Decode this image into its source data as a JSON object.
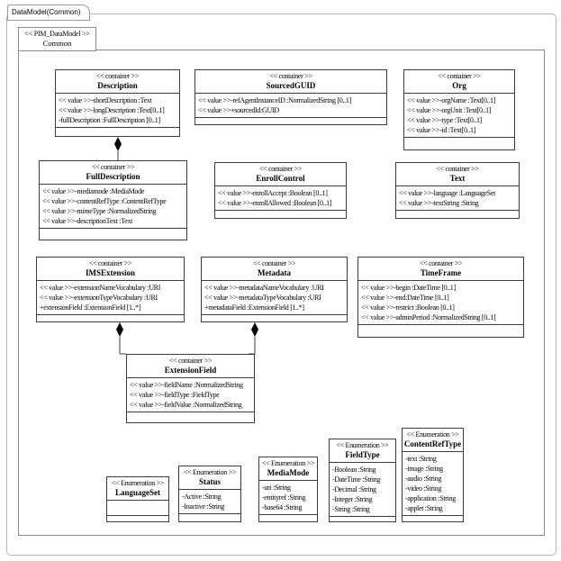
{
  "window": {
    "tab_label": "DataModel(Common)"
  },
  "frame": {
    "stereotype": "<< PIM_DataModel >>",
    "name": "Common"
  },
  "classes": [
    {
      "id": "description",
      "stereotype": "<< container >>",
      "name": "Description",
      "attributes": [
        "<< value >>-shortDescription :Text",
        "<< value >>-longDescription :Text[0..1]",
        "-fullDescription :FullDescription [0..1]"
      ]
    },
    {
      "id": "sourcedguid",
      "stereotype": "<< container >>",
      "name": "SourcedGUID",
      "attributes": [
        "<< value >>-refAgentInstanceID :NormalizedString [0..1]",
        "<< value >>+sourcedId:GUID"
      ]
    },
    {
      "id": "org",
      "stereotype": "<< container >>",
      "name": "Org",
      "attributes": [
        "<< value >>-orgName :Text[0..1]",
        "<< value >>-orgUnit :Text[0..1]",
        "<< value >>-type :Text[0..1]",
        "<< value >>-id :Text[0..1]"
      ]
    },
    {
      "id": "fulldescription",
      "stereotype": "<< container >>",
      "name": "FullDescription",
      "attributes": [
        "<< value >>-mediamode :MediaMode",
        "<< value >>-contentRefType :ContentRefType",
        "<< value >>-mimeType :NormalizedString",
        "<< value >>-descriptionText :Text"
      ]
    },
    {
      "id": "enrollcontrol",
      "stereotype": "<< container >>",
      "name": "EnrollControl",
      "attributes": [
        "<< value >>-enrollAccept :Boolean [0..1]",
        "<< value >>-enrollAllowed :Boolean [0..1]"
      ]
    },
    {
      "id": "text",
      "stereotype": "<< container >>",
      "name": "Text",
      "attributes": [
        "<< value >>-language :LanguageSet",
        "<< value >>-textString :String"
      ]
    },
    {
      "id": "imsextension",
      "stereotype": "<< container >>",
      "name": "IMSExtension",
      "attributes": [
        "<< value >>-extensionNameVocabulary :URI",
        "<< value >>-extensionTypeVocabulary :URI",
        "+extensionField :ExtensionField [1..*]"
      ]
    },
    {
      "id": "metadata",
      "stereotype": "<< container >>",
      "name": "Metadata",
      "attributes": [
        "<< value >>-metadataNameVocabulary :URI",
        "<< value >>-metadataTypeVocabulary :URI",
        "+metadataField :ExtensionField [1..*]"
      ]
    },
    {
      "id": "timeframe",
      "stereotype": "<< container >>",
      "name": "TimeFrame",
      "attributes": [
        "<< value >>-begin :DateTime [0..1]",
        "<< value >>-end:DateTime [0..1]",
        "<< value >>-restrict :Boolean [0..1]",
        "<< value >>-adminPeriod :NormalizedString [0..1]"
      ]
    },
    {
      "id": "extensionfield",
      "stereotype": "<< container >>",
      "name": "ExtensionField",
      "attributes": [
        "<< value >>-fieldName :NormalizedString",
        "<< value >>-fieldType :FieldType",
        "<< value >>-fieldValue :NormalizedString"
      ]
    },
    {
      "id": "languageset",
      "stereotype": "<< Enumeration >>",
      "name": "LanguageSet",
      "attributes": []
    },
    {
      "id": "status",
      "stereotype": "<< Enumeration >>",
      "name": "Status",
      "attributes": [
        "-Active :String",
        "-Inactive :String"
      ]
    },
    {
      "id": "mediamode",
      "stereotype": "<< Enumeration >>",
      "name": "MediaMode",
      "attributes": [
        "-uri :String",
        "-entityref :String",
        "-base64 :String"
      ]
    },
    {
      "id": "fieldtype",
      "stereotype": "<< Enumeration >>",
      "name": "FieldType",
      "attributes": [
        "-Boolean :String",
        "-DateTime :String",
        "-Decimal :String",
        "-Integer :String",
        "-String :String"
      ]
    },
    {
      "id": "contentreftype",
      "stereotype": "<< Enumeration >>",
      "name": "ContentRefType",
      "attributes": [
        "-text :String",
        "-image :String",
        "-audio :String",
        "-video :String",
        "-application :String",
        "-applet :String"
      ]
    }
  ],
  "relations": [
    {
      "from": "Description",
      "to": "FullDescription",
      "type": "composition"
    },
    {
      "from": "IMSExtension",
      "to": "ExtensionField",
      "type": "composition"
    },
    {
      "from": "Metadata",
      "to": "ExtensionField",
      "type": "composition"
    }
  ],
  "colors": {
    "box_border": "#3c3c3c",
    "frame_border": "#8a8a8a",
    "outer_border": "#b6b6b6",
    "background": "#ffffff",
    "text": "#000000",
    "diamond_fill": "#000000"
  }
}
